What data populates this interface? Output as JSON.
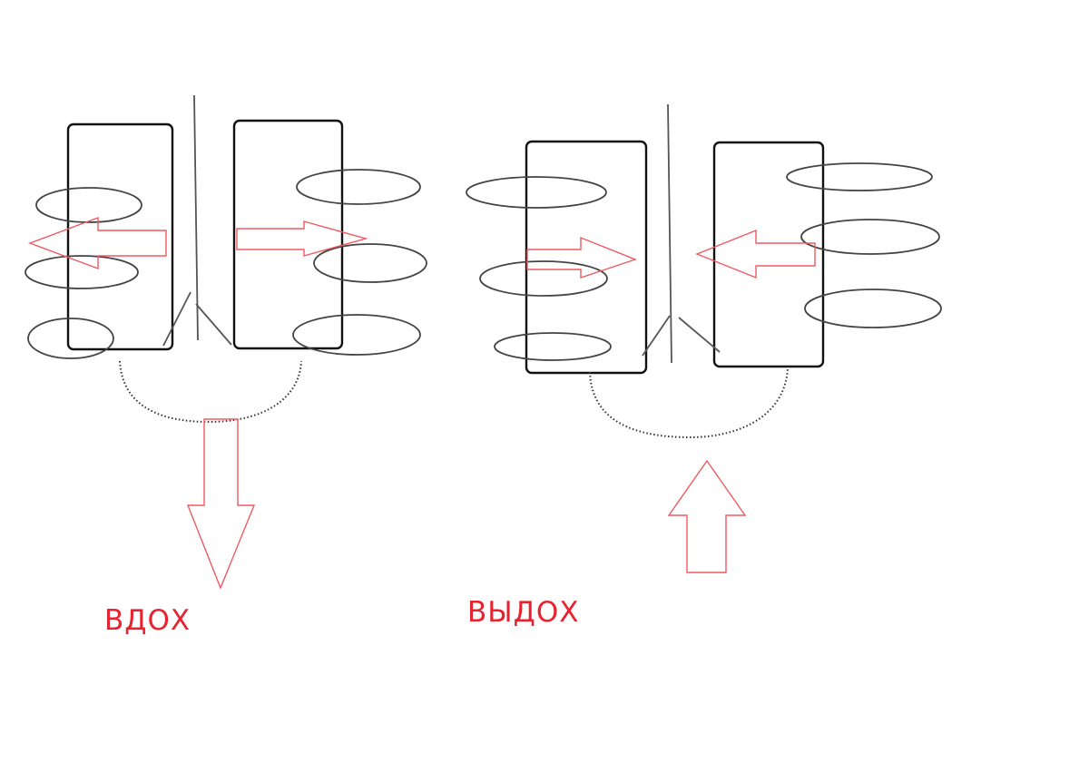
{
  "diagrams": [
    {
      "label": "ВДОХ",
      "direction": "inhale"
    },
    {
      "label": "ВЫДОХ",
      "direction": "exhale"
    }
  ],
  "colors": {
    "arrow": "#ee5a60",
    "label": "#e8232f",
    "outline": "#111111"
  }
}
